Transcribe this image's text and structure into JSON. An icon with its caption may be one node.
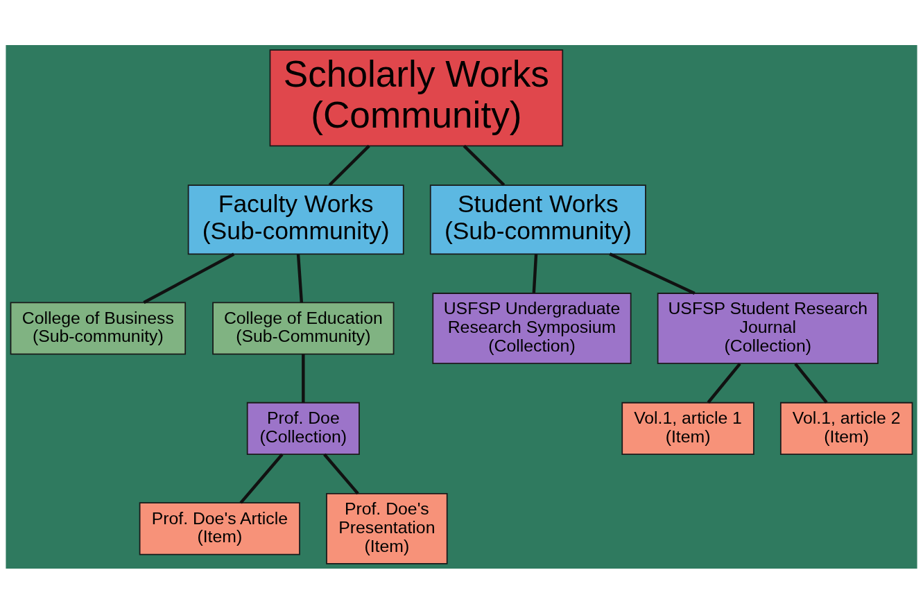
{
  "diagram": {
    "nodes": [
      {
        "text": [
          "Scholarly Works",
          "(Community)"
        ]
      },
      {
        "text": [
          "Faculty Works",
          "(Sub-community)"
        ]
      },
      {
        "text": [
          "Student Works",
          "(Sub-community)"
        ]
      },
      {
        "text": [
          "College of Business",
          "(Sub-community)"
        ]
      },
      {
        "text": [
          "College of Education",
          "(Sub-Community)"
        ]
      },
      {
        "text": [
          "USFSP Undergraduate Research Symposium",
          "(Collection)"
        ]
      },
      {
        "text": [
          "USFSP Student Research Journal",
          "(Collection)"
        ]
      },
      {
        "text": [
          "Prof. Doe",
          "(Collection)"
        ]
      },
      {
        "text": [
          "Vol.1, article 1",
          "(Item)"
        ]
      },
      {
        "text": [
          "Vol.1, article 2",
          "(Item)"
        ]
      },
      {
        "text": [
          "Prof. Doe's Article",
          "(Item)"
        ]
      },
      {
        "text": [
          "Prof. Doe's Presentation",
          "(Item)"
        ]
      }
    ],
    "edges": [
      {
        "from": 0,
        "to": 1,
        "arrow": "none"
      },
      {
        "from": 0,
        "to": 2,
        "arrow": "none"
      },
      {
        "from": 1,
        "to": 3,
        "arrow": "none"
      },
      {
        "from": 1,
        "to": 4,
        "arrow": "none"
      },
      {
        "from": 2,
        "to": 5,
        "arrow": "none"
      },
      {
        "from": 2,
        "to": 6,
        "arrow": "none"
      },
      {
        "from": 4,
        "to": 7,
        "arrow": "none"
      },
      {
        "from": 6,
        "to": 8,
        "arrow": "none"
      },
      {
        "from": 6,
        "to": 9,
        "arrow": "none"
      },
      {
        "from": 7,
        "to": 10,
        "arrow": "none"
      },
      {
        "from": 7,
        "to": 11,
        "arrow": "none"
      }
    ]
  }
}
